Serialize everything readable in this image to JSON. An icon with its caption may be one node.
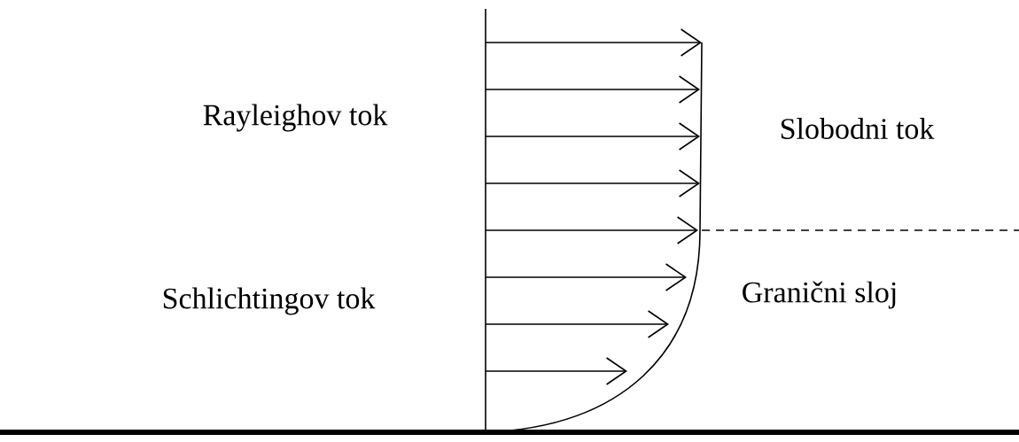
{
  "diagram": {
    "labels": [
      "Rayleighov tok",
      "Slobodni tok",
      "Schlichtingov tok",
      "Granični sloj"
    ]
  }
}
